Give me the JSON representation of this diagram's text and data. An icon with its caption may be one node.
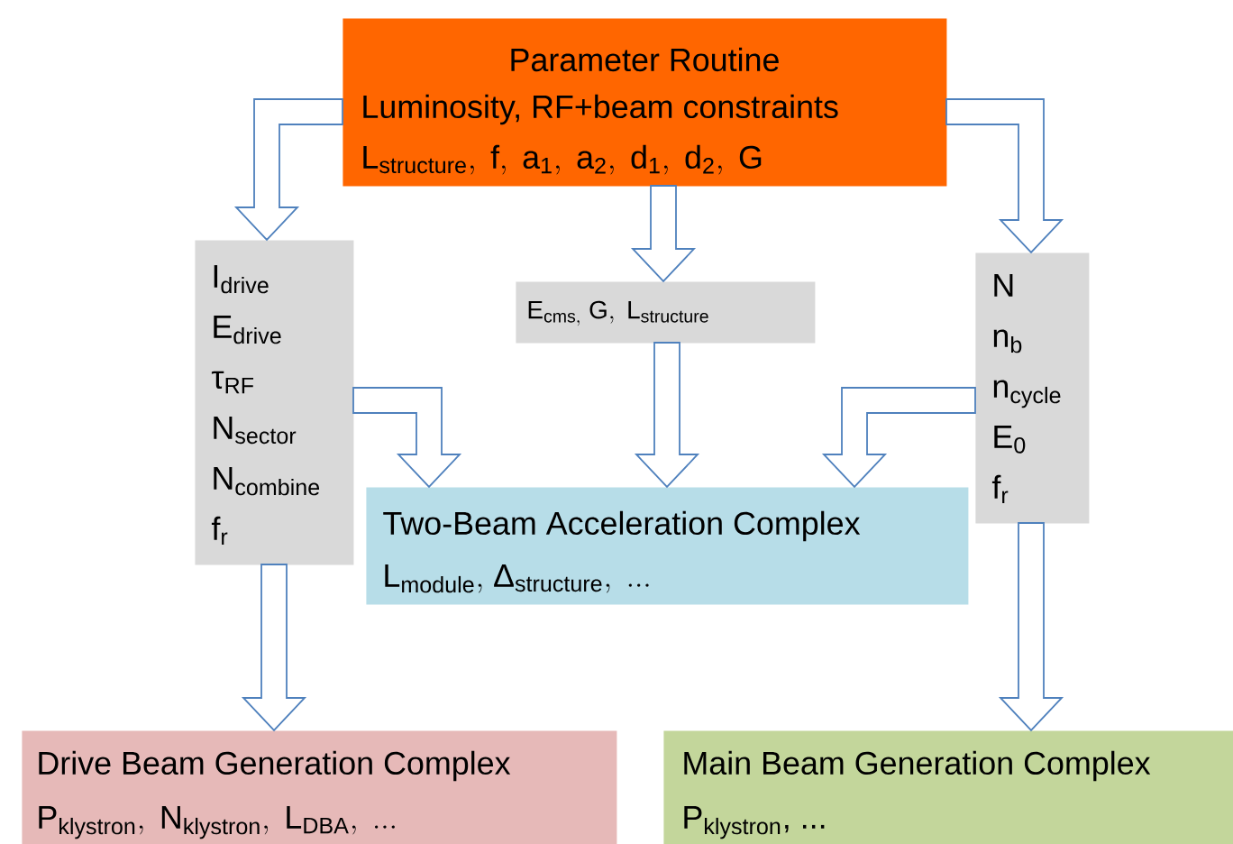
{
  "diagram": {
    "nodes": [
      {
        "text": [
          "Parameter Routine",
          "Luminosity, RF+beam constraints",
          "\\mathrm{L_{structure},\\ f,\\ a_{1},\\ a_{2},\\ d_{1},\\ d_{2},\\ G}"
        ]
      },
      {
        "text": [
          "I$_{drive}$",
          "E$_{drive}$",
          "τ$_{RF}$",
          "N$_{sector}$",
          "N$_{combine}$",
          "f$_{r}$"
        ]
      },
      {
        "text": [
          "\\mathrm{E_{cms,}\\ G,\\ L_{structure}}"
        ]
      },
      {
        "text": [
          "N",
          "n$_{b}$",
          "n$_{cycle}$",
          "E$_{0}$",
          "f$_{r}$"
        ]
      },
      {
        "text": [
          "Two-Beam Acceleration Complex",
          "\\mathrm{L_{module},\\ }\\hbox{Δ}_{\\mathrm{structure}}\\mathrm{,\\ ...}"
        ]
      },
      {
        "text": [
          "Drive Beam Generation Complex",
          "\\mathrm{P_{klystron},\\ N_{klystron},\\ L_{DBA},\\ ...}"
        ]
      },
      {
        "text": [
          "Main Beam Generation Complex",
          "P$_{klystron}$, ..."
        ]
      }
    ],
    "edges": [
      {
        "from": 0,
        "to": 1,
        "arrow": "to"
      },
      {
        "from": 0,
        "to": 2,
        "arrow": "to"
      },
      {
        "from": 0,
        "to": 3,
        "arrow": "to"
      },
      {
        "from": 1,
        "to": 4,
        "arrow": "to"
      },
      {
        "from": 2,
        "to": 4,
        "arrow": "to"
      },
      {
        "from": 3,
        "to": 4,
        "arrow": "to"
      },
      {
        "from": 1,
        "to": 5,
        "arrow": "to"
      },
      {
        "from": 3,
        "to": 6,
        "arrow": "to"
      }
    ]
  }
}
